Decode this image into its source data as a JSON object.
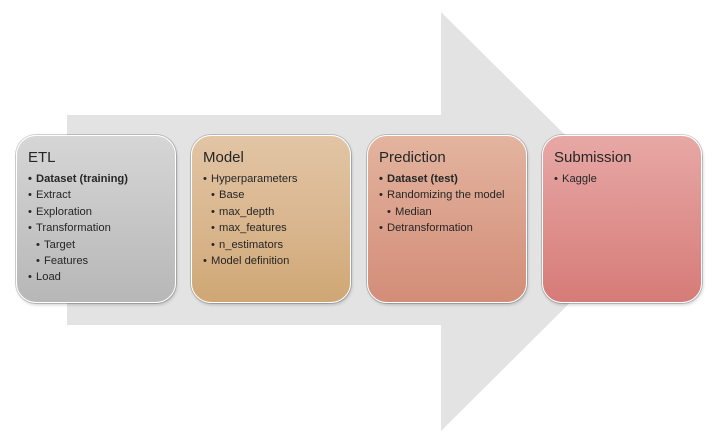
{
  "stages": [
    {
      "id": "etl",
      "title": "ETL",
      "items": [
        {
          "text": "Dataset (training)",
          "bold": true,
          "level": 1
        },
        {
          "text": "Extract",
          "bold": false,
          "level": 1
        },
        {
          "text": "Exploration",
          "bold": false,
          "level": 1
        },
        {
          "text": "Transformation",
          "bold": false,
          "level": 1
        },
        {
          "text": "Target",
          "bold": false,
          "level": 2
        },
        {
          "text": "Features",
          "bold": false,
          "level": 2
        },
        {
          "text": "Load",
          "bold": false,
          "level": 1
        }
      ]
    },
    {
      "id": "model",
      "title": "Model",
      "items": [
        {
          "text": "Hyperparameters",
          "bold": false,
          "level": 1
        },
        {
          "text": "Base",
          "bold": false,
          "level": 2
        },
        {
          "text": "max_depth",
          "bold": false,
          "level": 2
        },
        {
          "text": "max_features",
          "bold": false,
          "level": 2
        },
        {
          "text": "n_estimators",
          "bold": false,
          "level": 2
        },
        {
          "text": "Model definition",
          "bold": false,
          "level": 1
        }
      ]
    },
    {
      "id": "prediction",
      "title": "Prediction",
      "items": [
        {
          "text": "Dataset (test)",
          "bold": true,
          "level": 1
        },
        {
          "text": "Randomizing the model",
          "bold": false,
          "level": 1
        },
        {
          "text": "Median",
          "bold": false,
          "level": 2
        },
        {
          "text": "Detransformation",
          "bold": false,
          "level": 1
        }
      ]
    },
    {
      "id": "submission",
      "title": "Submission",
      "items": [
        {
          "text": "Kaggle",
          "bold": false,
          "level": 1
        }
      ]
    }
  ],
  "colors": {
    "arrow": "#e3e3e3",
    "etl": "#c3c3c3",
    "model": "#d8b48b",
    "prediction": "#d99c87",
    "submission": "#dd8d8a"
  },
  "icons": {
    "bullet": "bullet-icon",
    "background": "process-arrow-icon"
  }
}
